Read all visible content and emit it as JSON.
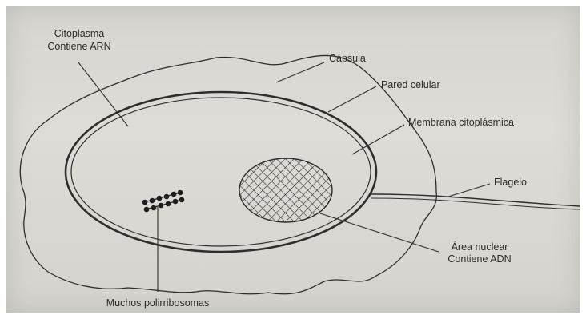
{
  "labels": {
    "cytoplasm_line1": "Citoplasma",
    "cytoplasm_line2": "Contiene ARN",
    "capsule": "Cápsula",
    "cell_wall": "Pared celular",
    "cytoplasmic_membrane": "Membrana citoplásmica",
    "flagellum": "Flagelo",
    "nuclear_area_line1": "Área nuclear",
    "nuclear_area_line2": "Contiene ADN",
    "polyribosomes": "Muchos polirribosomas"
  }
}
